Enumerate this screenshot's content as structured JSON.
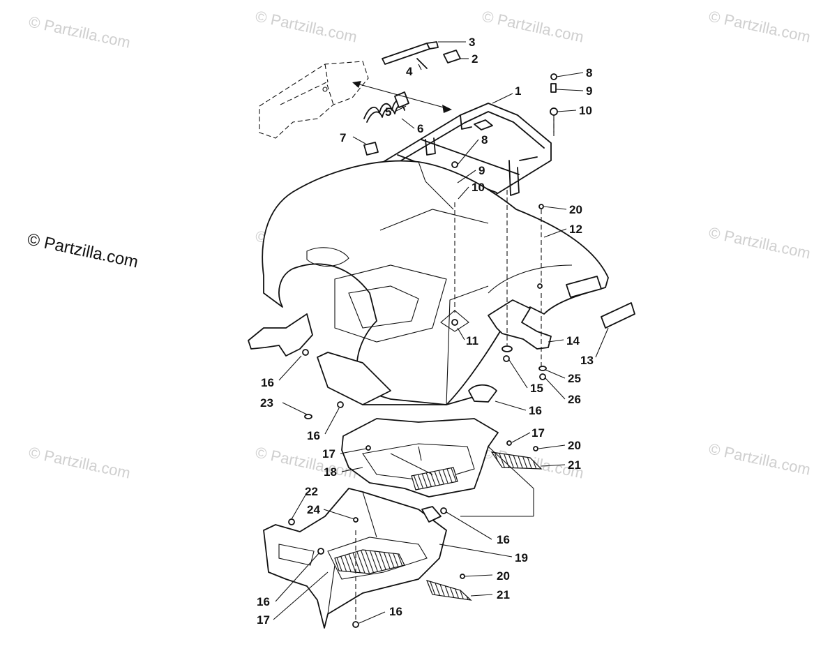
{
  "watermark": {
    "text": "© Partzilla.com",
    "main_text": "© Partzilla.com"
  },
  "callouts": [
    {
      "id": "c3",
      "label": "3"
    },
    {
      "id": "c2",
      "label": "2"
    },
    {
      "id": "c4",
      "label": "4"
    },
    {
      "id": "c1",
      "label": "1"
    },
    {
      "id": "c8a",
      "label": "8"
    },
    {
      "id": "c9a",
      "label": "9"
    },
    {
      "id": "c10a",
      "label": "10"
    },
    {
      "id": "c5",
      "label": "5"
    },
    {
      "id": "c6",
      "label": "6"
    },
    {
      "id": "c7",
      "label": "7"
    },
    {
      "id": "c8b",
      "label": "8"
    },
    {
      "id": "c9b",
      "label": "9"
    },
    {
      "id": "c10b",
      "label": "10"
    },
    {
      "id": "c20a",
      "label": "20"
    },
    {
      "id": "c12",
      "label": "12"
    },
    {
      "id": "c11",
      "label": "11"
    },
    {
      "id": "c14",
      "label": "14"
    },
    {
      "id": "c13",
      "label": "13"
    },
    {
      "id": "c16a",
      "label": "16"
    },
    {
      "id": "c15",
      "label": "15"
    },
    {
      "id": "c25",
      "label": "25"
    },
    {
      "id": "c23",
      "label": "23"
    },
    {
      "id": "c16b",
      "label": "16"
    },
    {
      "id": "c26",
      "label": "26"
    },
    {
      "id": "c16c",
      "label": "16"
    },
    {
      "id": "c17a",
      "label": "17"
    },
    {
      "id": "c17b",
      "label": "17"
    },
    {
      "id": "c20b",
      "label": "20"
    },
    {
      "id": "c18",
      "label": "18"
    },
    {
      "id": "c21a",
      "label": "21"
    },
    {
      "id": "c22",
      "label": "22"
    },
    {
      "id": "c24",
      "label": "24"
    },
    {
      "id": "c16d",
      "label": "16"
    },
    {
      "id": "c19",
      "label": "19"
    },
    {
      "id": "c20c",
      "label": "20"
    },
    {
      "id": "c21b",
      "label": "21"
    },
    {
      "id": "c16e",
      "label": "16"
    },
    {
      "id": "c17c",
      "label": "17"
    },
    {
      "id": "c16f",
      "label": "16"
    }
  ]
}
